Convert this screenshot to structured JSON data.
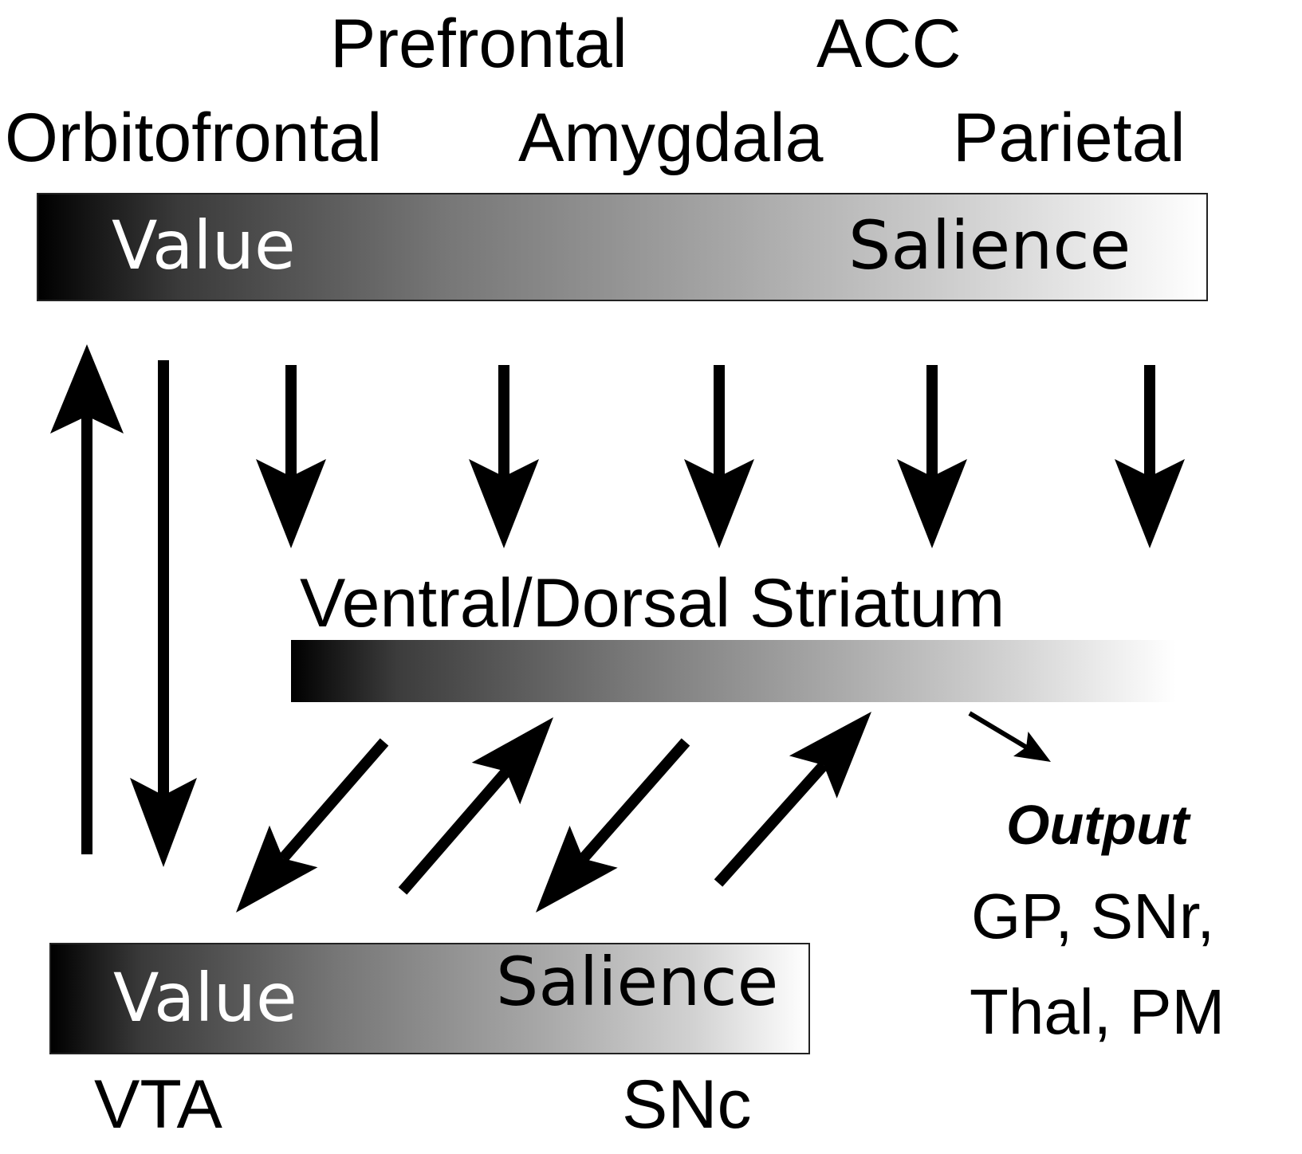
{
  "cortex": {
    "prefrontal": "Prefrontal",
    "acc": "ACC",
    "orbitofrontal": "Orbitofrontal",
    "amygdala": "Amygdala",
    "parietal": "Parietal"
  },
  "top_bar": {
    "left_label": "Value",
    "right_label": "Salience"
  },
  "striatum": {
    "label": "Ventral/Dorsal Striatum"
  },
  "midbrain_bar": {
    "left_label": "Value",
    "right_label": "Salience"
  },
  "midbrain": {
    "vta": "VTA",
    "snc": "SNc"
  },
  "output": {
    "heading": "Output",
    "line1": "GP, SNr,",
    "line2": "Thal, PM"
  }
}
